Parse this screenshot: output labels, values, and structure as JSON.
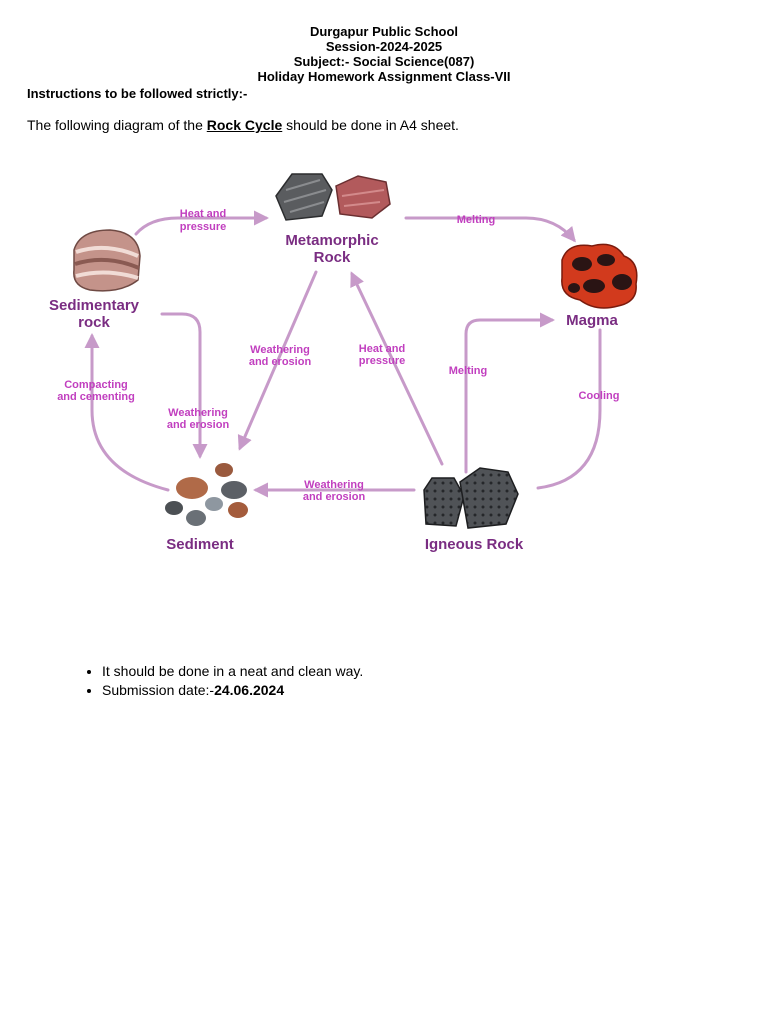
{
  "header": {
    "school": "Durgapur Public School",
    "session": "Session-2024-2025",
    "subject": "Subject:- Social Science(087)",
    "assignment": "Holiday Homework Assignment Class-VII"
  },
  "instructions_heading": "Instructions to be followed strictly:-",
  "intro": {
    "before": "The following diagram of the ",
    "highlight": "Rock Cycle",
    "after": " should be done in A4 sheet."
  },
  "diagram": {
    "nodes": {
      "metamorphic_line1": "Metamorphic",
      "metamorphic_line2": "Rock",
      "sedimentary_line1": "Sedimentary",
      "sedimentary_line2": "rock",
      "magma": "Magma",
      "sediment": "Sediment",
      "igneous": "Igneous Rock"
    },
    "processes": {
      "heat_pressure_top_1": "Heat and",
      "heat_pressure_top_2": "pressure",
      "melting_top": "Melting",
      "weathering_left_1": "Weathering",
      "weathering_left_2": "and erosion",
      "heat_pressure_mid_1": "Heat and",
      "heat_pressure_mid_2": "pressure",
      "melting_mid": "Melting",
      "cooling": "Cooling",
      "compacting_1": "Compacting",
      "compacting_2": "and cementing",
      "weathering_sed_1": "Weathering",
      "weathering_sed_2": "and erosion",
      "weathering_bottom_1": "Weathering",
      "weathering_bottom_2": "and erosion"
    },
    "colors": {
      "arrow": "#c79ac9",
      "label": "#7a2d82",
      "process": "#c13fbf"
    }
  },
  "bullets": {
    "item1": "It should be done in a neat and clean way.",
    "item2_label": "Submission date:-",
    "item2_value": "24.06.2024"
  }
}
